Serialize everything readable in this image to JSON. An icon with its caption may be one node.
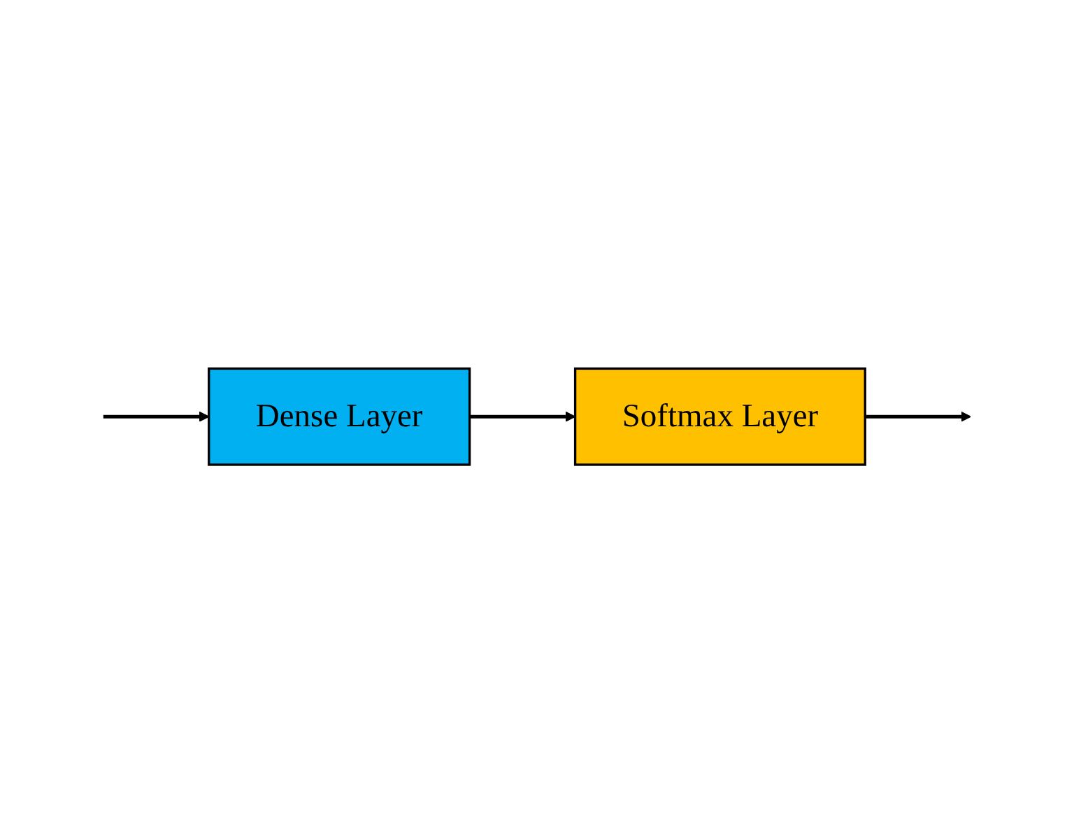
{
  "diagram": {
    "nodes": [
      {
        "text": [
          "Dense Layer"
        ]
      },
      {
        "text": [
          "Softmax Layer"
        ]
      }
    ],
    "edges": [
      {
        "from": null,
        "to": 0,
        "arrow": "to"
      },
      {
        "from": 0,
        "to": 1,
        "arrow": "to"
      },
      {
        "from": 1,
        "to": null,
        "arrow": "to"
      }
    ]
  }
}
